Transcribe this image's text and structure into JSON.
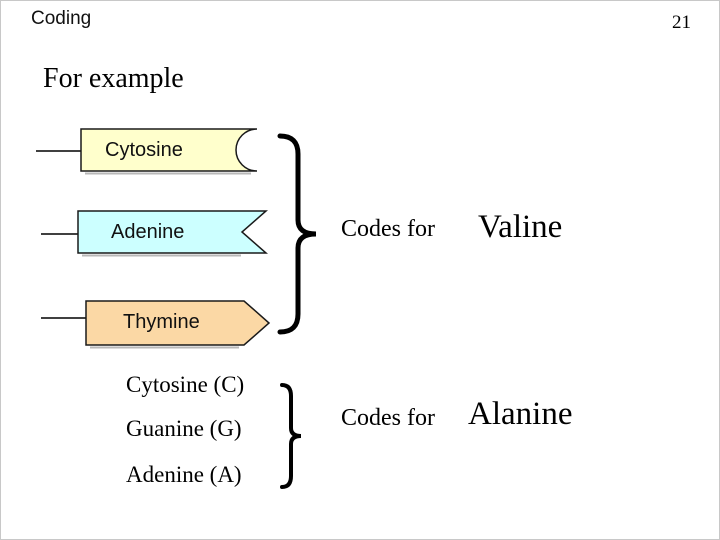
{
  "slide": {
    "title": "Coding",
    "page_number": "21",
    "heading": "For example"
  },
  "codon1": {
    "bases": [
      {
        "label": "Cytosine",
        "color": "#FFFFCC",
        "border": "#1a1a1a"
      },
      {
        "label": "Adenine",
        "color": "#CCFFFF",
        "border": "#1a3a3a"
      },
      {
        "label": "Thymine",
        "color": "#FBD8A5",
        "border": "#3a2a1a"
      }
    ],
    "codes_for_label": "Codes for",
    "amino_acid": "Valine"
  },
  "codon2": {
    "bases": [
      {
        "label": "Cytosine (C)"
      },
      {
        "label": "Guanine (G)"
      },
      {
        "label": "Adenine (A)"
      }
    ],
    "codes_for_label": "Codes for",
    "amino_acid": "Alanine"
  },
  "colors": {
    "brace": "#000000",
    "connector": "#000000",
    "shadow": "#b8b8b8"
  }
}
